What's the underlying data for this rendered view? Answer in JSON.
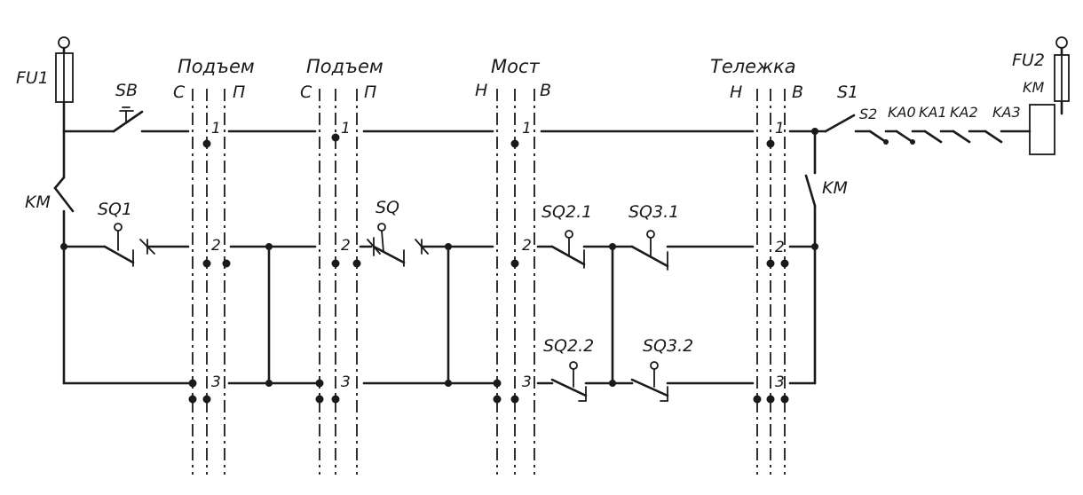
{
  "fuses": {
    "fu1": "FU1",
    "fu2": "FU2"
  },
  "switches": {
    "sb": "SB",
    "s1": "S1",
    "km_left": "KM",
    "km_right": "KM"
  },
  "limit_switches": {
    "sq1": "SQ1",
    "sq": "SQ",
    "sq2_1": "SQ2.1",
    "sq3_1": "SQ3.1",
    "sq2_2": "SQ2.2",
    "sq3_2": "SQ3.2"
  },
  "contacts": [
    "S2",
    "KA0",
    "KA1",
    "KA2",
    "KA3"
  ],
  "coil": "KM",
  "controllers": [
    {
      "title": "Подъем",
      "left": "С",
      "right": "П"
    },
    {
      "title": "Подъем",
      "left": "С",
      "right": "П"
    },
    {
      "title": "Мост",
      "left": "Н",
      "right": "В"
    },
    {
      "title": "Тележка",
      "left": "Н",
      "right": "В"
    }
  ],
  "positions": [
    "1",
    "2",
    "3"
  ]
}
